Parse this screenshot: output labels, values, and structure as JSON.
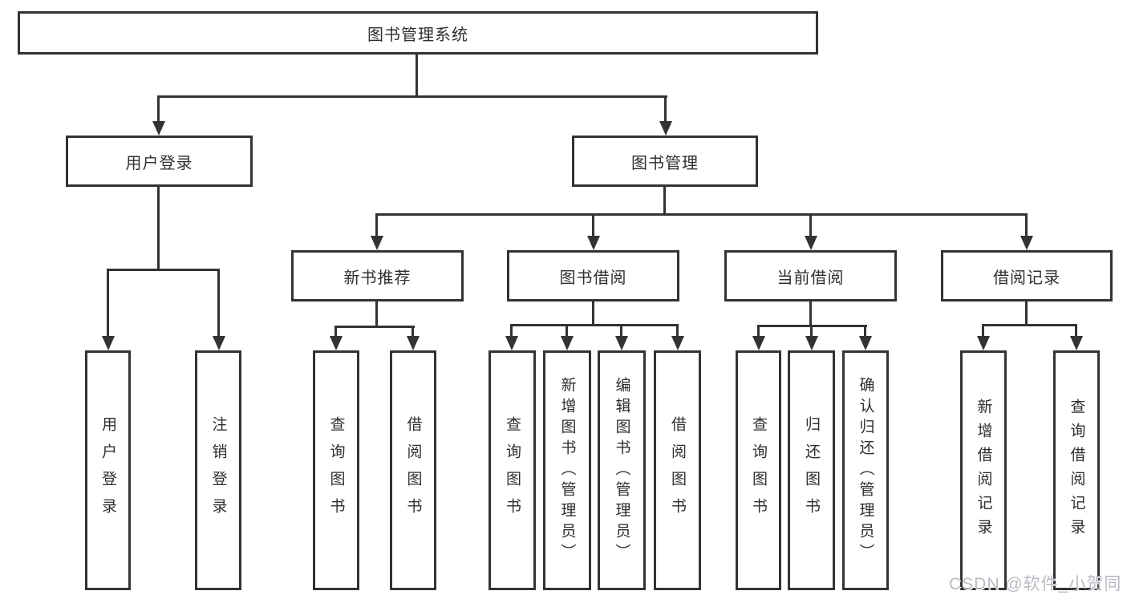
{
  "tree": {
    "label": "图书管理系统",
    "children": [
      {
        "label": "用户登录",
        "children": [
          {
            "label": "用户登录"
          },
          {
            "label": "注销登录"
          }
        ]
      },
      {
        "label": "图书管理",
        "children": [
          {
            "label": "新书推荐",
            "children": [
              {
                "label": "查询图书"
              },
              {
                "label": "借阅图书"
              }
            ]
          },
          {
            "label": "图书借阅",
            "children": [
              {
                "label": "查询图书"
              },
              {
                "label": "新增图书（管理员）"
              },
              {
                "label": "编辑图书（管理员）"
              },
              {
                "label": "借阅图书"
              }
            ]
          },
          {
            "label": "当前借阅",
            "children": [
              {
                "label": "查询图书"
              },
              {
                "label": "归还图书"
              },
              {
                "label": "确认归还（管理员）"
              }
            ]
          },
          {
            "label": "借阅记录",
            "children": [
              {
                "label": "新增借阅记录"
              },
              {
                "label": "查询借阅记录"
              }
            ]
          }
        ]
      }
    ]
  },
  "watermark": {
    "text": "CSDN @软件_小贺同学"
  },
  "colors": {
    "line": "#333333",
    "text": "#2f2f2f",
    "background": "#ffffff",
    "watermark": "#b7bbc2"
  }
}
